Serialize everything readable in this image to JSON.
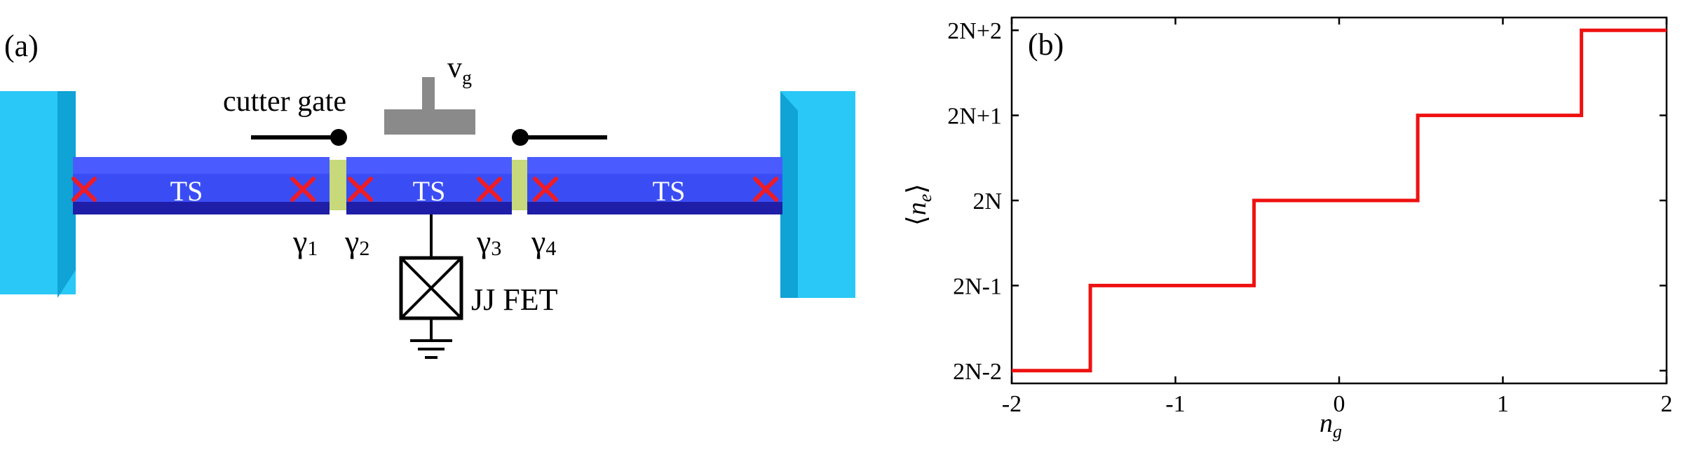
{
  "colors": {
    "lead": "#29c8f6",
    "lead_dark": "#0fa3d6",
    "wire": "#3a4df5",
    "wire_top": "#4a5cff",
    "wire_bottom": "#1f1ea8",
    "junction": "#c7d97a",
    "majorana_marker": "#ee1c25",
    "gate": "#8a8a8a",
    "staircase": "#ee1111",
    "axis": "#000000"
  },
  "panel_a": {
    "label": "(a)",
    "cutter_gate_label": "cutter gate",
    "vg_label_main": "v",
    "vg_label_sub": "g",
    "wire_segments": [
      "TS",
      "TS",
      "TS"
    ],
    "majorana_labels": [
      {
        "main": "γ",
        "sub": "1"
      },
      {
        "main": "γ",
        "sub": "2"
      },
      {
        "main": "γ",
        "sub": "3"
      },
      {
        "main": "γ",
        "sub": "4"
      }
    ],
    "junction_label": "JJ FET"
  },
  "panel_b": {
    "label": "(b)",
    "chart_data": {
      "type": "line",
      "xlabel_main": "n",
      "xlabel_sub": "g",
      "ylabel_main": "n",
      "ylabel_sub": "e",
      "xlim": [
        -2,
        2
      ],
      "ylim": [
        -2.15,
        2.15
      ],
      "xticks": [
        -2,
        -1,
        0,
        1,
        2
      ],
      "xtick_labels": [
        "-2",
        "-1",
        "0",
        "1",
        "2"
      ],
      "yticks": [
        -2,
        -1,
        0,
        1,
        2
      ],
      "ytick_labels": [
        "2N-2",
        "2N-1",
        "2N",
        "2N+1",
        "2N+2"
      ],
      "grid": false,
      "series": [
        {
          "x": [
            -2,
            -1.52,
            -1.52,
            -0.52,
            -0.52,
            0.48,
            0.48,
            1.48,
            1.48,
            2
          ],
          "y": [
            -2,
            -2,
            -1,
            -1,
            0,
            0,
            1,
            1,
            2,
            2
          ]
        }
      ]
    }
  }
}
